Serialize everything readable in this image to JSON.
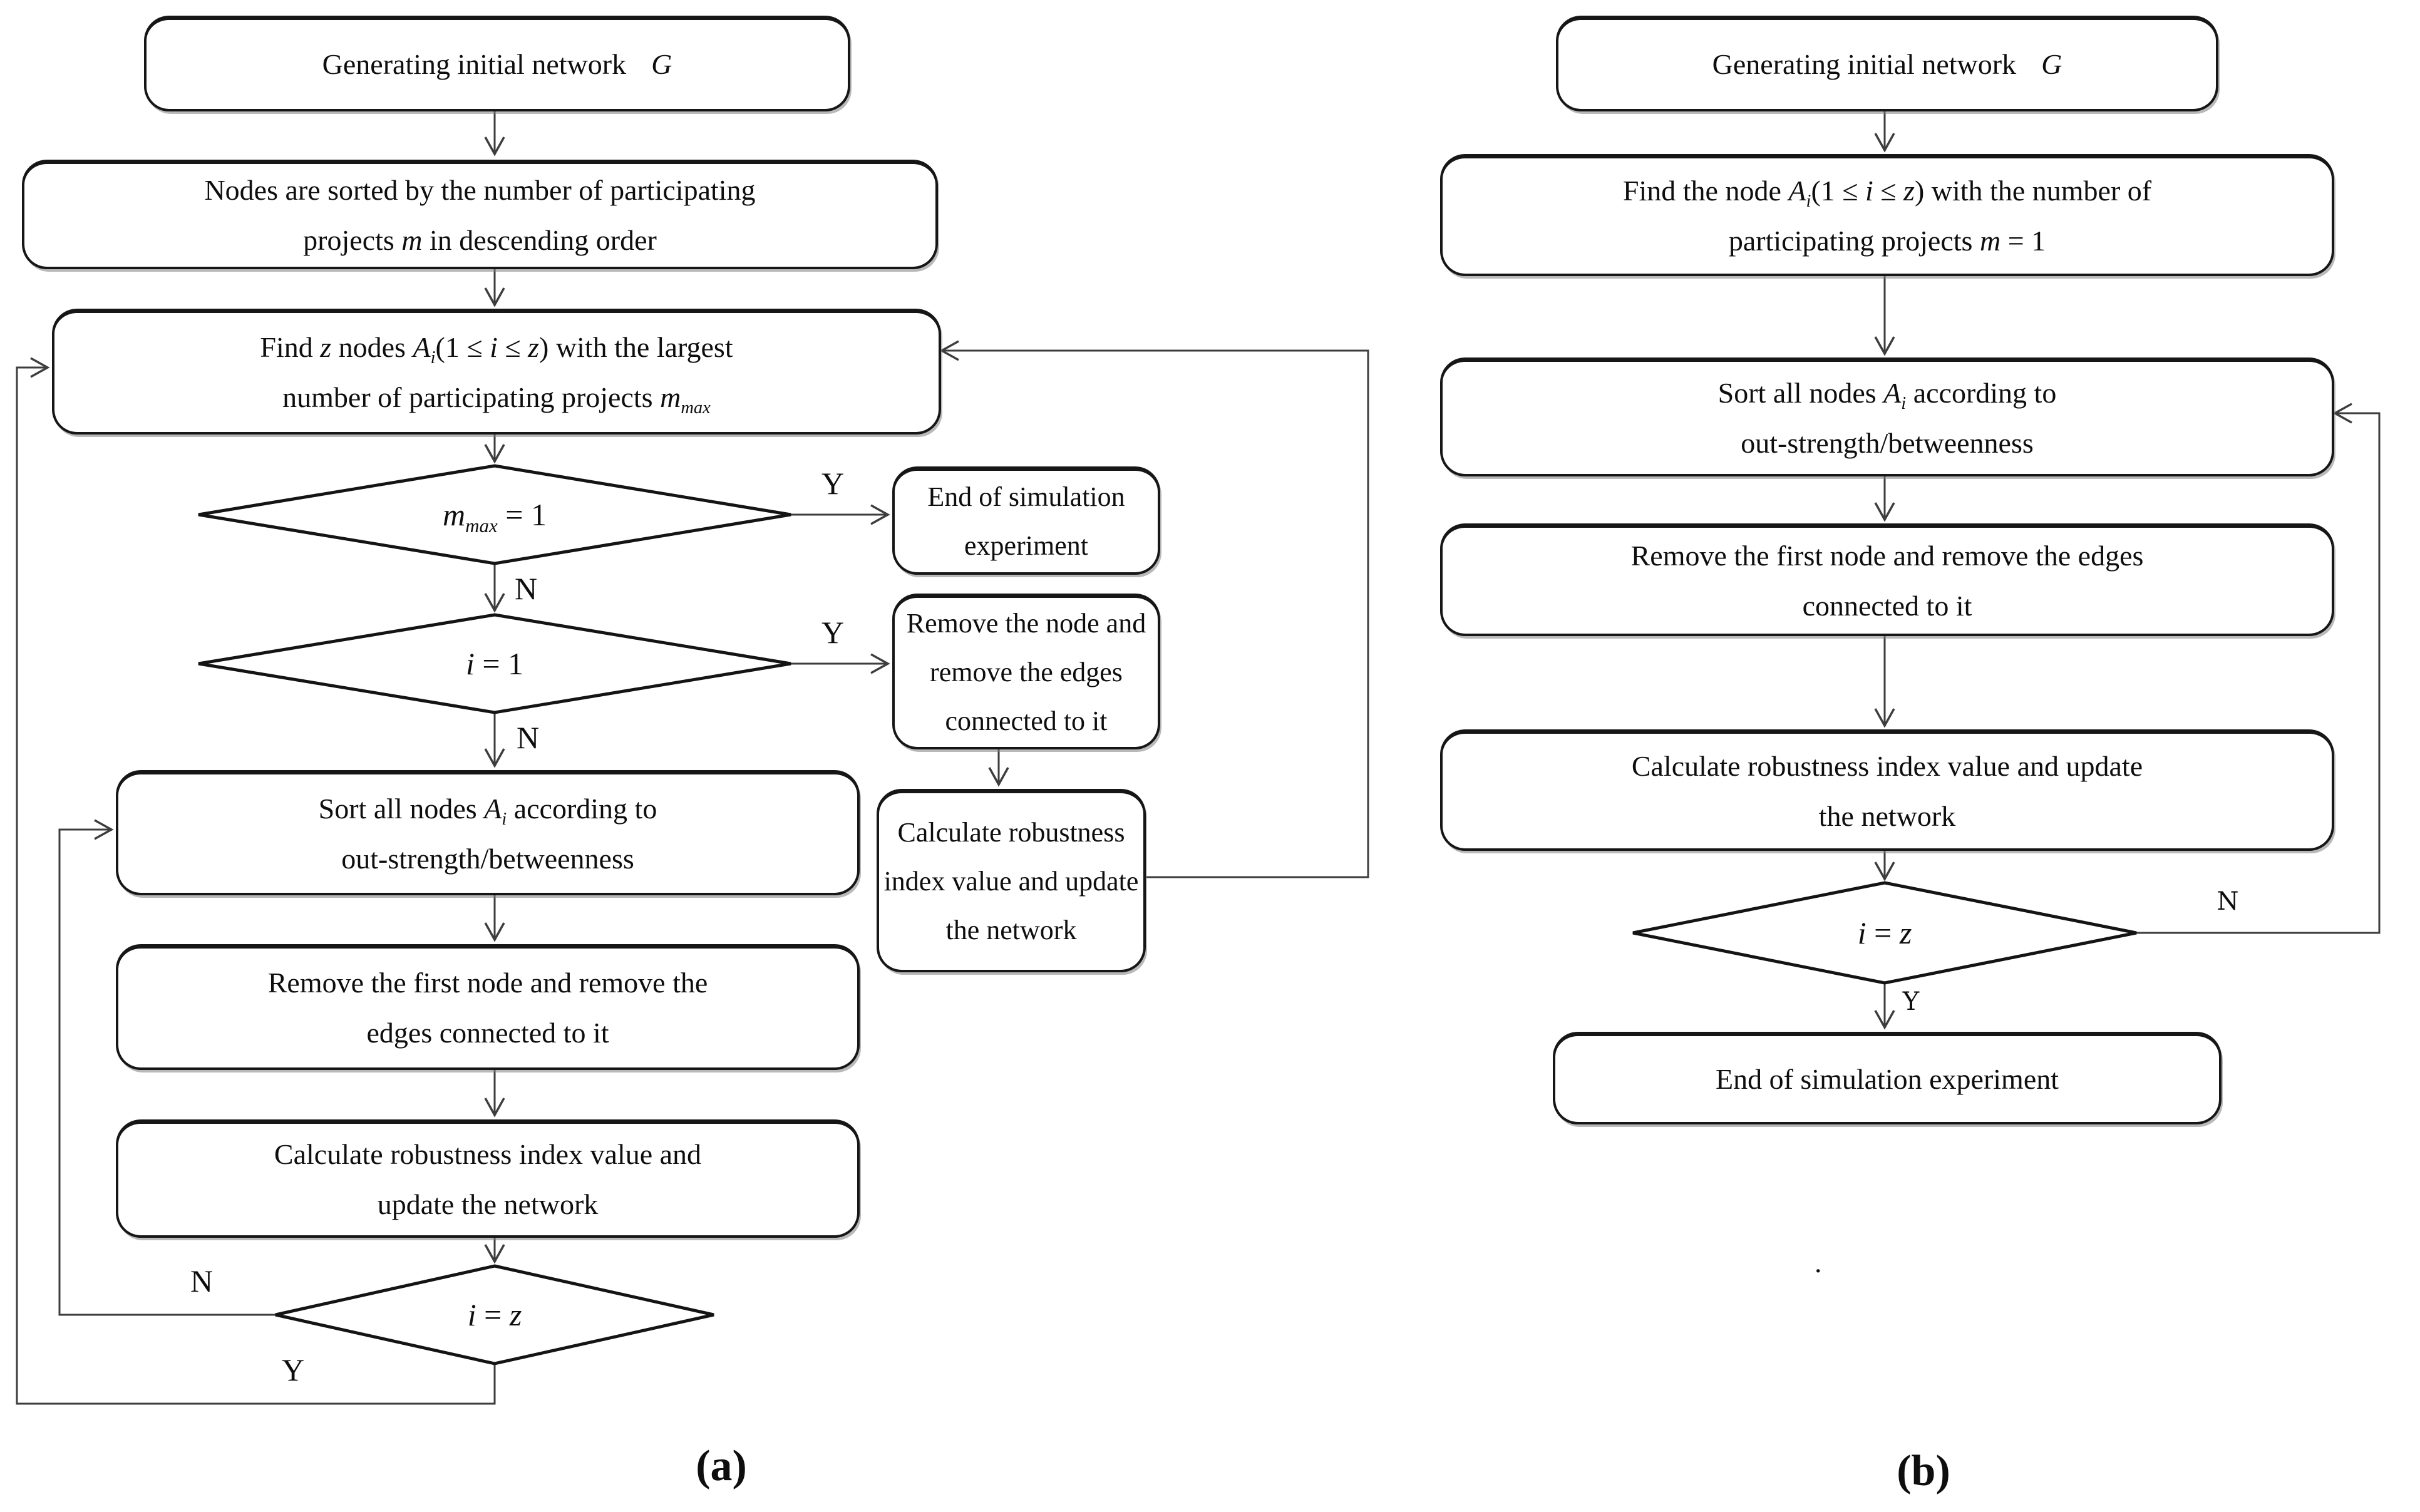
{
  "figure": {
    "caption_a": "(a)",
    "caption_b": "(b)",
    "stray_mark": "."
  },
  "colors": {
    "background": "#ffffff",
    "box_border": "#161616",
    "connector": "#3d3d3d",
    "text": "#0e0e0e",
    "shadow": "#808080"
  },
  "flowchart_a": {
    "nodes": {
      "start": {
        "shape": "rounded-rect",
        "lines": [
          [
            {
              "t": "Generating initial network"
            },
            {
              "t": "G",
              "i": 1,
              "g": 1
            }
          ]
        ]
      },
      "sort_by_m": {
        "shape": "rounded-rect",
        "lines": [
          [
            {
              "t": "Nodes are sorted by the number of participating"
            }
          ],
          [
            {
              "t": "projects "
            },
            {
              "t": "m",
              "i": 1
            },
            {
              "t": " in descending order"
            }
          ]
        ]
      },
      "find_z_nodes": {
        "shape": "rounded-rect",
        "lines": [
          [
            {
              "t": "Find "
            },
            {
              "t": "z",
              "i": 1
            },
            {
              "t": " nodes "
            },
            {
              "t": "A",
              "i": 1
            },
            {
              "t": "i",
              "i": 1,
              "s": 1
            },
            {
              "t": "(1 ≤ "
            },
            {
              "t": "i",
              "i": 1
            },
            {
              "t": " ≤ "
            },
            {
              "t": "z",
              "i": 1
            },
            {
              "t": ") with the largest"
            }
          ],
          [
            {
              "t": "number of participating projects "
            },
            {
              "t": "m",
              "i": 1
            },
            {
              "t": "max",
              "i": 1,
              "s": 1
            }
          ]
        ]
      },
      "mmax_check": {
        "shape": "diamond",
        "lines": [
          [
            {
              "t": "m",
              "i": 1
            },
            {
              "t": "max",
              "i": 1,
              "s": 1
            },
            {
              "t": " = 1"
            }
          ]
        ]
      },
      "end_sim": {
        "shape": "rounded-rect",
        "lines": [
          [
            {
              "t": "End of simulation"
            }
          ],
          [
            {
              "t": "experiment"
            }
          ]
        ]
      },
      "i1_check": {
        "shape": "diamond",
        "lines": [
          [
            {
              "t": "i",
              "i": 1
            },
            {
              "t": " = 1"
            }
          ]
        ]
      },
      "remove_node": {
        "shape": "rounded-rect",
        "lines": [
          [
            {
              "t": "Remove the node and"
            }
          ],
          [
            {
              "t": "remove the edges"
            }
          ],
          [
            {
              "t": "connected to it"
            }
          ]
        ]
      },
      "calc_update_r": {
        "shape": "rounded-rect",
        "lines": [
          [
            {
              "t": "Calculate robustness"
            }
          ],
          [
            {
              "t": "index value and update"
            }
          ],
          [
            {
              "t": "the network"
            }
          ]
        ]
      },
      "sort_nodes": {
        "shape": "rounded-rect",
        "lines": [
          [
            {
              "t": "Sort all nodes "
            },
            {
              "t": "A",
              "i": 1
            },
            {
              "t": "i",
              "i": 1,
              "s": 1
            },
            {
              "t": " according to"
            }
          ],
          [
            {
              "t": "out-strength/betweenness"
            }
          ]
        ]
      },
      "remove_first": {
        "shape": "rounded-rect",
        "lines": [
          [
            {
              "t": "Remove the first node and remove the"
            }
          ],
          [
            {
              "t": "edges connected to it"
            }
          ]
        ]
      },
      "calc_update": {
        "shape": "rounded-rect",
        "lines": [
          [
            {
              "t": "Calculate robustness index value and"
            }
          ],
          [
            {
              "t": "update the network"
            }
          ]
        ]
      },
      "iz_check": {
        "shape": "diamond",
        "lines": [
          [
            {
              "t": "i",
              "i": 1
            },
            {
              "t": " = "
            },
            {
              "t": "z",
              "i": 1
            }
          ]
        ]
      }
    },
    "edge_labels": {
      "mmax_yes": "Y",
      "mmax_no": "N",
      "i1_yes": "Y",
      "i1_no": "N",
      "iz_no": "N",
      "iz_yes": "Y"
    },
    "edges": [
      {
        "from": "start",
        "to": "sort_by_m"
      },
      {
        "from": "sort_by_m",
        "to": "find_z_nodes"
      },
      {
        "from": "find_z_nodes",
        "to": "mmax_check"
      },
      {
        "from": "mmax_check",
        "to": "end_sim",
        "label": "Y"
      },
      {
        "from": "mmax_check",
        "to": "i1_check",
        "label": "N"
      },
      {
        "from": "i1_check",
        "to": "remove_node",
        "label": "Y"
      },
      {
        "from": "i1_check",
        "to": "sort_nodes",
        "label": "N"
      },
      {
        "from": "remove_node",
        "to": "calc_update_r"
      },
      {
        "from": "calc_update_r",
        "to": "find_z_nodes"
      },
      {
        "from": "sort_nodes",
        "to": "remove_first"
      },
      {
        "from": "remove_first",
        "to": "calc_update"
      },
      {
        "from": "calc_update",
        "to": "iz_check"
      },
      {
        "from": "iz_check",
        "to": "sort_nodes",
        "label": "N"
      },
      {
        "from": "iz_check",
        "to": "find_z_nodes",
        "label": "Y"
      }
    ]
  },
  "flowchart_b": {
    "nodes": {
      "start": {
        "shape": "rounded-rect",
        "lines": [
          [
            {
              "t": "Generating initial network"
            },
            {
              "t": "G",
              "i": 1,
              "g": 1
            }
          ]
        ]
      },
      "find_node": {
        "shape": "rounded-rect",
        "lines": [
          [
            {
              "t": "Find the node "
            },
            {
              "t": "A",
              "i": 1
            },
            {
              "t": "i",
              "i": 1,
              "s": 1
            },
            {
              "t": "(1 ≤ "
            },
            {
              "t": "i",
              "i": 1
            },
            {
              "t": " ≤ "
            },
            {
              "t": "z",
              "i": 1
            },
            {
              "t": ") with the number of"
            }
          ],
          [
            {
              "t": "participating projects "
            },
            {
              "t": "m",
              "i": 1
            },
            {
              "t": " = 1"
            }
          ]
        ]
      },
      "sort_nodes": {
        "shape": "rounded-rect",
        "lines": [
          [
            {
              "t": "Sort all nodes "
            },
            {
              "t": "A",
              "i": 1
            },
            {
              "t": "i",
              "i": 1,
              "s": 1
            },
            {
              "t": " according to"
            }
          ],
          [
            {
              "t": "out-strength/betweenness"
            }
          ]
        ]
      },
      "remove_first": {
        "shape": "rounded-rect",
        "lines": [
          [
            {
              "t": "Remove the first node and remove the edges"
            }
          ],
          [
            {
              "t": "connected to it"
            }
          ]
        ]
      },
      "calc_update": {
        "shape": "rounded-rect",
        "lines": [
          [
            {
              "t": "Calculate robustness index value and update"
            }
          ],
          [
            {
              "t": "the network"
            }
          ]
        ]
      },
      "iz_check": {
        "shape": "diamond",
        "lines": [
          [
            {
              "t": "i",
              "i": 1
            },
            {
              "t": " = "
            },
            {
              "t": "z",
              "i": 1
            }
          ]
        ]
      },
      "end_sim": {
        "shape": "rounded-rect",
        "lines": [
          [
            {
              "t": "End of simulation experiment"
            }
          ]
        ]
      }
    },
    "edge_labels": {
      "iz_no": "N",
      "iz_yes": "Y"
    },
    "edges": [
      {
        "from": "start",
        "to": "find_node"
      },
      {
        "from": "find_node",
        "to": "sort_nodes"
      },
      {
        "from": "sort_nodes",
        "to": "remove_first"
      },
      {
        "from": "remove_first",
        "to": "calc_update"
      },
      {
        "from": "calc_update",
        "to": "iz_check"
      },
      {
        "from": "iz_check",
        "to": "sort_nodes",
        "label": "N"
      },
      {
        "from": "iz_check",
        "to": "end_sim",
        "label": "Y"
      }
    ]
  }
}
